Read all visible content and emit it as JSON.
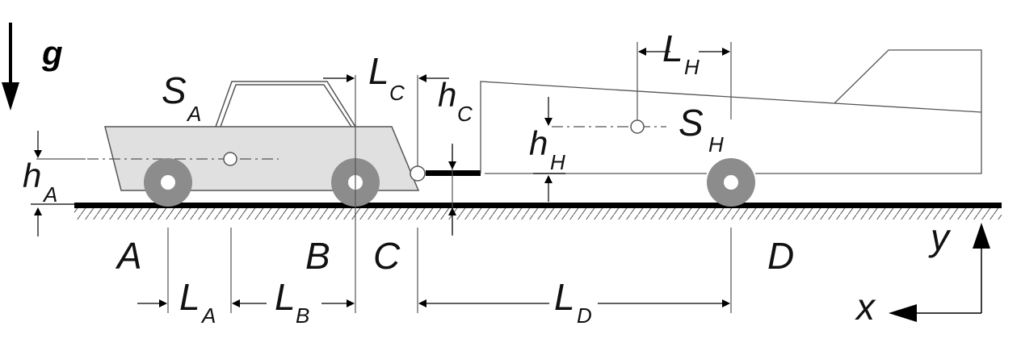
{
  "labels": {
    "gravity": "g",
    "center_a_main": "S",
    "center_a_sub": "A",
    "center_h_main": "S",
    "center_h_sub": "H",
    "hA_main": "h",
    "hA_sub": "A",
    "hH_main": "h",
    "hH_sub": "H",
    "hC_main": "h",
    "hC_sub": "C",
    "LC_main": "L",
    "LC_sub": "C",
    "LH_main": "L",
    "LH_sub": "H",
    "LA_main": "L",
    "LA_sub": "A",
    "LB_main": "L",
    "LB_sub": "B",
    "LD_main": "L",
    "LD_sub": "D",
    "point_A": "A",
    "point_B": "B",
    "point_C": "C",
    "point_D": "D",
    "axis_x": "x",
    "axis_y": "y"
  },
  "colors": {
    "car_body": "#e0e0e0",
    "wheel": "#8c8c8c",
    "line": "#000000"
  }
}
